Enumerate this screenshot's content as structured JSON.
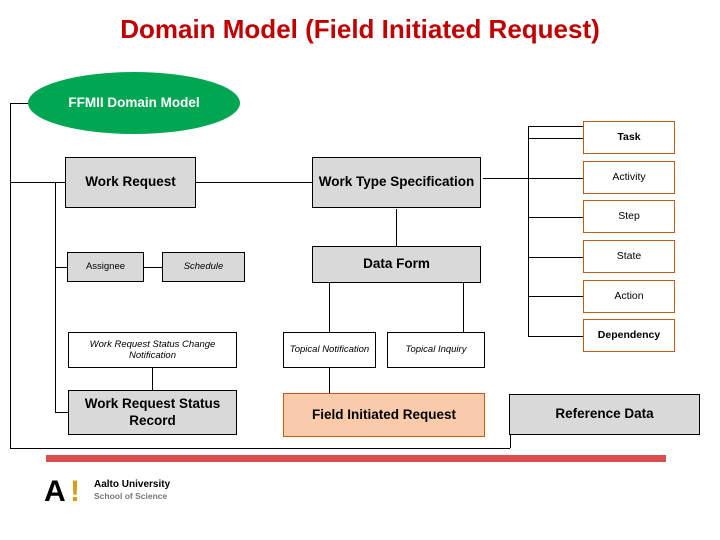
{
  "title": "Domain Model (Field Initiated Request)",
  "root": {
    "label": "FFMII Domain Model"
  },
  "nodes": {
    "work_request": "Work Request",
    "work_type_specification": "Work Type Specification",
    "assignee": "Assignee",
    "schedule": "Schedule",
    "data_form": "Data Form",
    "work_request_status_change_notification": "Work Request Status Change Notification",
    "topical_notification": "Topical Notification",
    "topical_inquiry": "Topical Inquiry",
    "work_request_status_record": "Work Request Status Record",
    "field_initiated_request": "Field Initiated Request",
    "reference_data": "Reference Data",
    "task": "Task",
    "activity": "Activity",
    "step": "Step",
    "state": "State",
    "action": "Action",
    "dependency": "Dependency"
  },
  "logo": {
    "mark": "A",
    "bang": "!",
    "line1": "Aalto University",
    "line2": "School of Science"
  },
  "colors": {
    "title": "#c00000",
    "root_fill": "#00a651",
    "gray_fill": "#d9d9d9",
    "orange_fill": "#f9cbaa",
    "orange_border": "#c55a11",
    "rule": "#d94f4f"
  }
}
